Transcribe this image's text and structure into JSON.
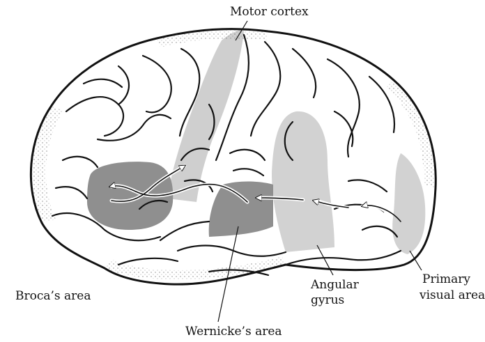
{
  "labels": {
    "motor_cortex": "Motor cortex",
    "brocas_area": "Broca’s area",
    "angular_line1": "Angular",
    "angular_line2": "gyrus",
    "primary_line1": "Primary",
    "primary_line2": "visual area",
    "wernickes_area": "Wernicke’s area"
  },
  "colors": {
    "outline": "#111111",
    "motor_fill": "#cfcfcf",
    "broca_fill": "#8f8f8f",
    "wernicke_fill": "#8f8f8f",
    "angular_fill": "#d2d2d2",
    "visual_fill": "#d2d2d2",
    "background": "#ffffff"
  }
}
